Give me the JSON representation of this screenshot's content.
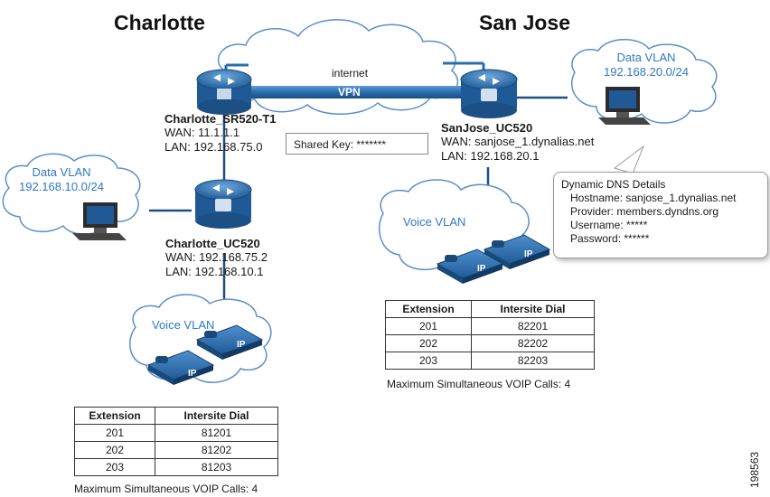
{
  "sites": {
    "charlotte": "Charlotte",
    "sanjose": "San Jose"
  },
  "internet_label": "internet",
  "vpn_label": "VPN",
  "shared_key": "Shared Key: *******",
  "charlotte_router": {
    "name": "Charlotte_SR520-T1",
    "wan": "WAN: 11.1.1.1",
    "lan": "LAN: 192.168.75.0"
  },
  "charlotte_uc": {
    "name": "Charlotte_UC520",
    "wan": "WAN: 192.168.75.2",
    "lan": "LAN: 192.168.10.1"
  },
  "sanjose_uc": {
    "name": "SanJose_UC520",
    "wan": "WAN: sanjose_1.dynalias.net",
    "lan": "LAN: 192.168.20.1"
  },
  "charlotte_data_vlan": {
    "title": "Data VLAN",
    "subnet": "192.168.10.0/24"
  },
  "sanjose_data_vlan": {
    "title": "Data VLAN",
    "subnet": "192.168.20.0/24"
  },
  "voice_vlan_label": "Voice VLAN",
  "ip_label": "IP",
  "dns": {
    "title": "Dynamic DNS Details",
    "hostname": "Hostname: sanjose_1.dynalias.net",
    "provider": "Provider: members.dyndns.org",
    "username": "Username: *****",
    "password": "Password: ******"
  },
  "tables": {
    "charlotte": {
      "headers": [
        "Extension",
        "Intersite Dial"
      ],
      "rows": [
        [
          "201",
          "81201"
        ],
        [
          "202",
          "81202"
        ],
        [
          "203",
          "81203"
        ]
      ],
      "max_calls": "Maximum Simultaneous VOIP Calls: 4"
    },
    "sanjose": {
      "headers": [
        "Extension",
        "Intersite Dial"
      ],
      "rows": [
        [
          "201",
          "82201"
        ],
        [
          "202",
          "82202"
        ],
        [
          "203",
          "82203"
        ]
      ],
      "max_calls": "Maximum Simultaneous VOIP Calls: 4"
    }
  },
  "figure_number": "198563",
  "colors": {
    "router": "#2a6cae",
    "vpn_tube": "#2a6cae",
    "cloud_fill": "#ffffff",
    "cloud_stroke": "#5a8fc8",
    "vlan_text": "#2f78c4"
  }
}
